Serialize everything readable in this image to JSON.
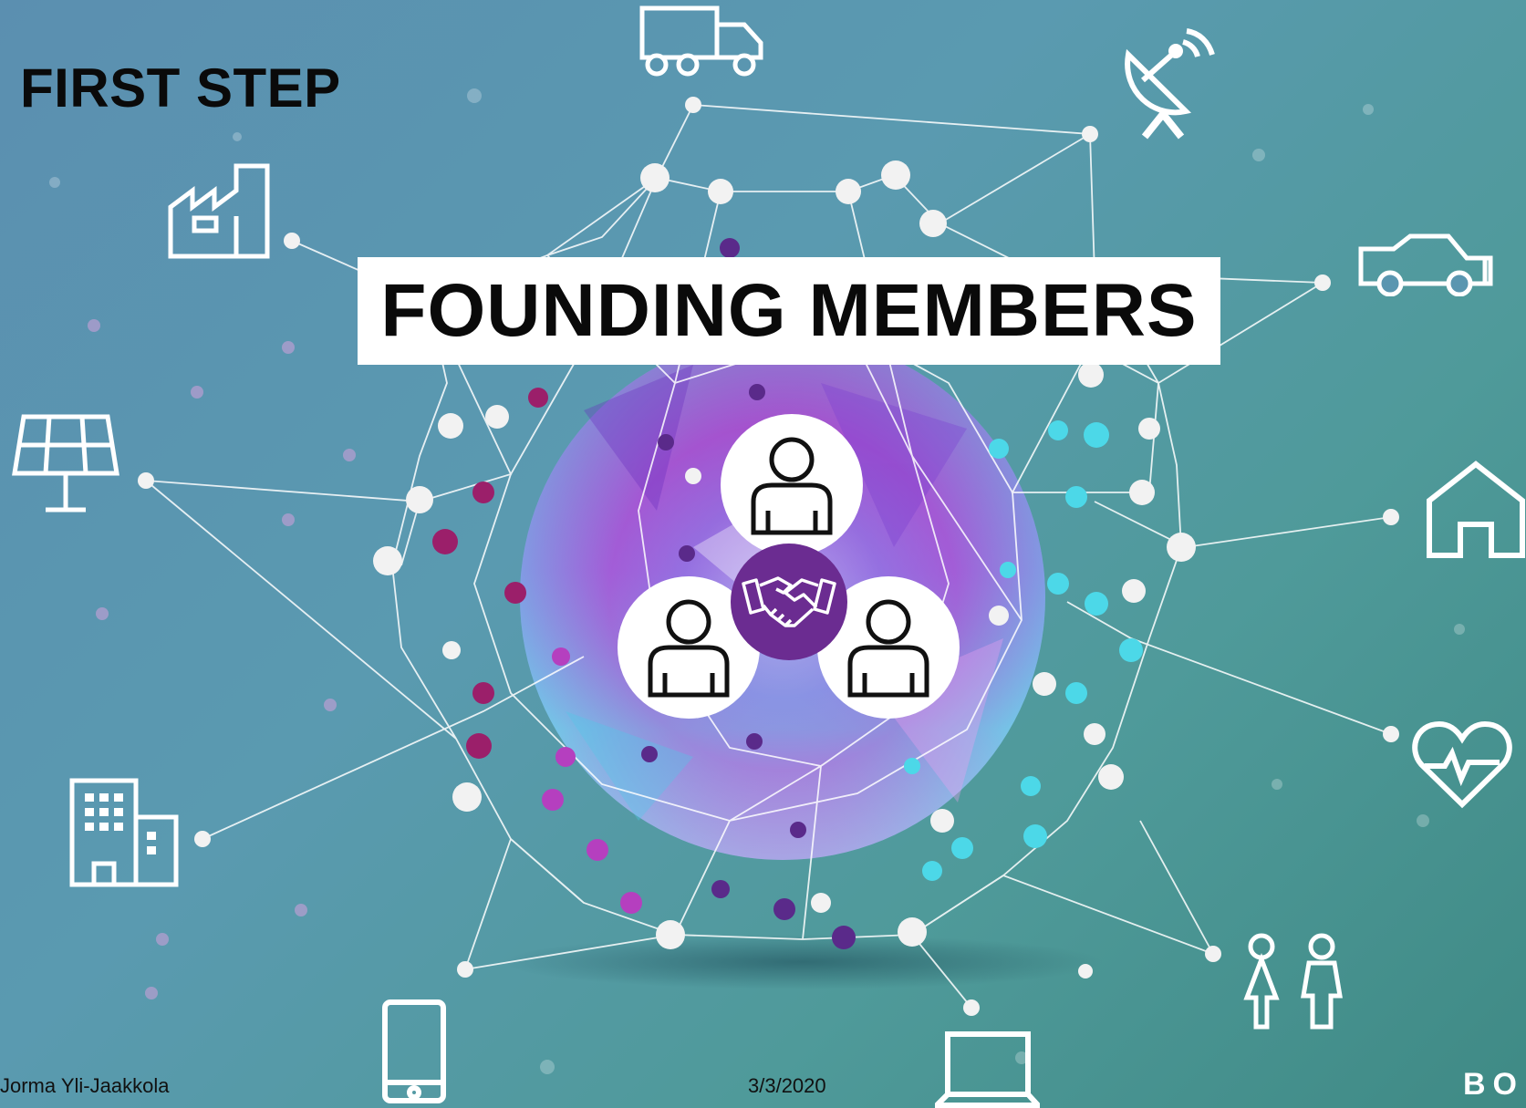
{
  "slide": {
    "step_label": "FIRST STEP",
    "title": "FOUNDING MEMBERS",
    "footer_author": "Jorma Yli-Jaakkola",
    "footer_date": "3/3/2020",
    "logo_text": "BO"
  },
  "colors": {
    "background": "#4f9a9a",
    "purple_accent": "#6b2c91",
    "icon_stroke": "#ffffff",
    "member_stroke": "#111111"
  },
  "icons": [
    "truck-icon",
    "satellite-dish-icon",
    "factory-icon",
    "car-icon",
    "solar-panel-icon",
    "house-icon",
    "office-building-icon",
    "heart-rate-icon",
    "people-icon",
    "smartphone-icon",
    "laptop-icon",
    "member-icon",
    "handshake-icon"
  ]
}
